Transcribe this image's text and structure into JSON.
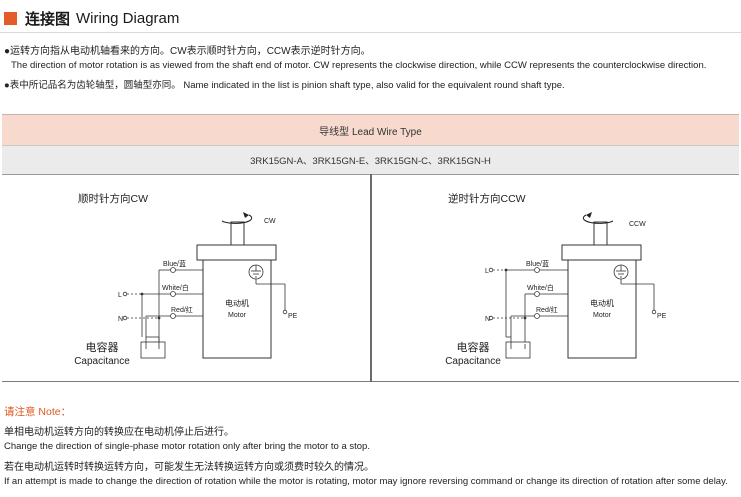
{
  "header": {
    "title_cn": "连接图",
    "title_en": "Wiring Diagram"
  },
  "intro": {
    "line1": "●运转方向指从电动机轴看来的方向。CW表示顺时针方向，CCW表示逆时针方向。",
    "line2": "The direction of motor rotation is as viewed from the shaft end of motor. CW represents the clockwise direction, while CCW represents the counterclockwise direction.",
    "line3": "●表中所记品名为齿轮轴型，圆轴型亦同。 Name indicated in the list is pinion shaft type, also valid for the equivalent round shaft type."
  },
  "table": {
    "type_label": "导线型 Lead Wire Type",
    "models": "3RK15GN-A、3RK15GN-E、3RK15GN-C、3RK15GN-H"
  },
  "diagrams": [
    {
      "title": "顺时针方向CW",
      "rotation": "CW",
      "blue": "Blue/蓝",
      "white": "White/白",
      "red": "Red/红",
      "motor_cn": "电动机",
      "motor_en": "Motor",
      "L": "L",
      "N": "N",
      "PE": "PE",
      "cap_cn": "电容器",
      "cap_en": "Capacitance"
    },
    {
      "title": "逆时针方向CCW",
      "rotation": "CCW",
      "blue": "Blue/蓝",
      "white": "White/白",
      "red": "Red/红",
      "motor_cn": "电动机",
      "motor_en": "Motor",
      "L": "L",
      "N": "N",
      "PE": "PE",
      "cap_cn": "电容器",
      "cap_en": "Capacitance"
    }
  ],
  "note": {
    "heading": "请注意 Note：",
    "line1": "单相电动机运转方向的转换应在电动机停止后进行。",
    "line2": "Change the direction of single-phase motor rotation only after bring the motor to a stop.",
    "line3": "若在电动机运转时转换运转方向，可能发生无法转换运转方向或须费时较久的情况。",
    "line4": "If an attempt is made to change the direction of rotation while the motor is rotating, motor may ignore reversing command or change its direction of rotation after some delay."
  },
  "colors": {
    "accent": "#e45c28",
    "band_pink": "#f7d9ce",
    "band_gray": "#ebebeb",
    "note": "#e0561f"
  }
}
